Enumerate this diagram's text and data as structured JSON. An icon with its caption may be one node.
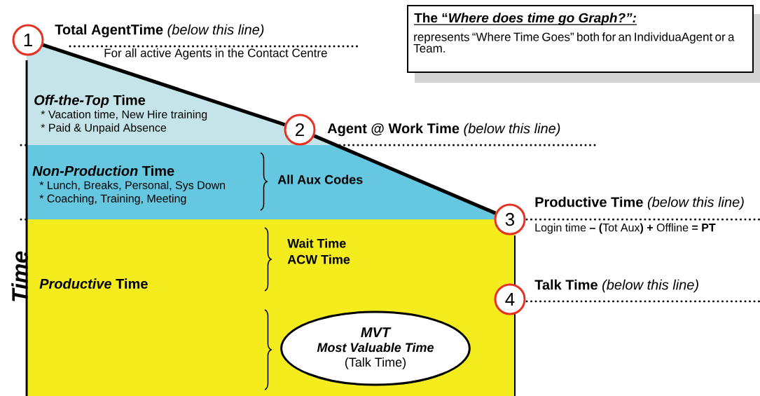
{
  "diagram": {
    "nodes": [
      {
        "text": [
          "1"
        ]
      },
      {
        "text": [
          "2"
        ]
      },
      {
        "text": [
          "3"
        ]
      },
      {
        "text": [
          "4"
        ]
      },
      {
        "text": [
          "*Off-the-Top* Time",
          "* Vacation time, New Hire training",
          "* Paid & Unpaid Absence"
        ]
      },
      {
        "text": [
          "*Non-Production* Time",
          "* Lunch, Breaks, Personal, Sys Down",
          "* Coaching, Training, Meeting"
        ]
      },
      {
        "text": [
          "*Productive* Time"
        ]
      },
      {
        "text": [
          "MVT",
          "Most Valuable Time",
          "(Talk Time)"
        ],
        "in": 6
      },
      {
        "text": [
          "The “*Where does time go Graph?”:*",
          "represents “Where Time Goes” both for an IndividuaAgent or a Team."
        ]
      }
    ],
    "edges": [
      {
        "from": 0,
        "to": 1,
        "arrow": "none"
      },
      {
        "from": 1,
        "to": 2,
        "arrow": "none"
      }
    ],
    "labels": [
      "**Total AgentTime** *(below this line)*",
      "For all active Agents in the Contact Centre",
      "**Agent @ Work Time** *(below this line)*",
      "All Aux Codes",
      "**Productive Time** *(below this line)*",
      "Login time **– (**Tot Aux**) +** Offline **= PT**",
      "Time",
      "Wait Time",
      "ACW Time",
      "**Talk Time** *(below this line)*"
    ]
  }
}
